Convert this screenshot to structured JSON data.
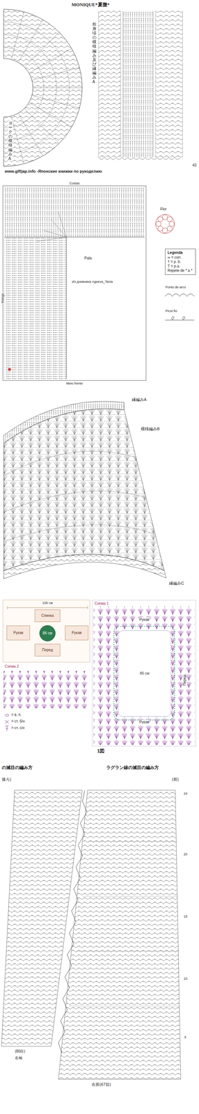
{
  "diagram": {
    "nodes": [
      {
        "text": [
          "Legenda",
          "∞ = corr.",
          "† = p. b.",
          "T = p.a.",
          "Repete de * a *"
        ]
      },
      {
        "text": [
          "Спинка"
        ]
      },
      {
        "text": [
          "Рукав"
        ]
      },
      {
        "text": [
          "Рукав"
        ]
      },
      {
        "text": [
          "Перед"
        ]
      },
      {
        "text": [
          "86 см"
        ]
      },
      {
        "text": [
          "Схема 1"
        ]
      },
      {
        "text": [
          "86 см"
        ],
        "in": 6
      }
    ],
    "labels": [
      "MONIQUE*夏微*",
      "前身頃の模様編み及び縁編みA",
      "ヨークの模様編みA",
      "www.giftjap.info -Японские книжки по рукоделию",
      "43",
      "Costas",
      "Manga",
      "Pala",
      "Из дневника Ageeva_Tania",
      "Flor",
      "Ponto de arco",
      "Picot fio",
      "Meio frente",
      "縁編みA",
      "模様編みB",
      "縁編みC",
      "106 см",
      "Схема 2",
      "1図",
      "の減目の編み方",
      "ラグラン線の減目の編み方",
      "後ろ)",
      "(前)",
      "24",
      "20",
      "15",
      "10",
      "5",
      "(86目)",
      "右袖",
      "右前(67目)",
      "Рукав",
      "Перед",
      "Рукав"
    ],
    "legend": [
      {
        "text": "= в. п."
      },
      {
        "text": "= ст. б/н"
      },
      {
        "text": "= ст. с/н"
      }
    ]
  }
}
